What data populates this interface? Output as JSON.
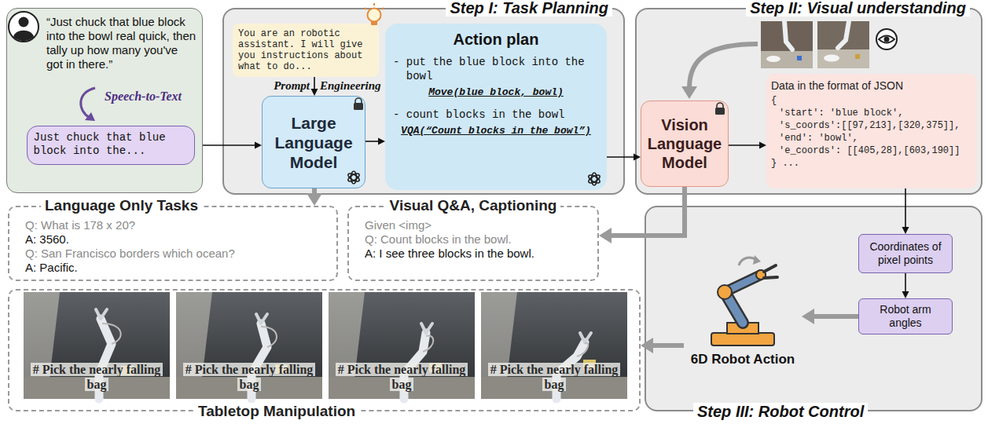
{
  "diagram": {
    "nodes": [
      {
        "text": [
          "“Just chuck that blue block into the bowl real quick, then tally up how many you've got in there.”",
          "Speech-to-Text"
        ]
      },
      {
        "text": [
          "Just chuck that blue block into the..."
        ],
        "in": 0
      },
      {
        "text": [
          "Step I: Task Planning"
        ]
      },
      {
        "text": [
          "You are an robotic assistant. I will give you instructions about what to do..."
        ],
        "in": 2
      },
      {
        "text": [
          "Large Language Model"
        ],
        "in": 2
      },
      {
        "text": [
          "Action plan",
          "- put the blue block into the bowl",
          "Move(blue block, bowl)",
          "- count blocks in the bowl",
          "VQA(“Count blocks in the bowl”)"
        ],
        "in": 2
      },
      {
        "text": [
          "Step II: Visual understanding"
        ]
      },
      {
        "text": [
          "Vision Language Model"
        ],
        "in": 6
      },
      {
        "text": [
          "Data in the format of JSON",
          "{",
          "'start': 'blue block',",
          "'s_coords':[[97,213],[320,375]],",
          "'end': 'bowl',",
          "'e_coords': [[405,28],[603,190]]",
          "} ..."
        ],
        "in": 6
      },
      {
        "text": [
          "Step III: Robot Control"
        ]
      },
      {
        "text": [
          "Coordinates of pixel points"
        ],
        "in": 9
      },
      {
        "text": [
          "Robot arm angles"
        ],
        "in": 9
      },
      {
        "text": [
          "6D Robot Action"
        ],
        "in": 9
      },
      {
        "text": [
          "Language Only Tasks",
          "Q: What is 178 x 20?",
          "A: 3560.",
          "Q: San Francisco borders which ocean?",
          "A: Pacific."
        ]
      },
      {
        "text": [
          "Visual Q&A, Captioning",
          "Given <img>",
          "Q: Count blocks in the bowl.",
          "A: I see three blocks in the bowl."
        ]
      },
      {
        "text": [
          "Tabletop Manipulation"
        ]
      }
    ],
    "edges": [
      {
        "from": 0,
        "to": 4,
        "arrow": "to"
      },
      {
        "from": 3,
        "to": 4,
        "arrow": "to"
      },
      {
        "from": 4,
        "to": 5,
        "arrow": "to"
      },
      {
        "from": 5,
        "to": 7,
        "arrow": "to"
      },
      {
        "from": 7,
        "to": 8,
        "arrow": "to"
      },
      {
        "from": 8,
        "to": 10,
        "arrow": "to"
      },
      {
        "from": 10,
        "to": 11,
        "arrow": "to"
      },
      {
        "from": 11,
        "to": 12,
        "arrow": "to"
      },
      {
        "from": 4,
        "to": 13,
        "arrow": "to"
      },
      {
        "from": 7,
        "to": 14,
        "arrow": "to"
      },
      {
        "from": 12,
        "to": 15,
        "arrow": "to"
      }
    ],
    "labels": [
      "Prompt",
      "Engineering",
      "# Pick the nearly falling bag",
      "# Pick the nearly falling bag",
      "# Pick the nearly falling bag",
      "# Pick the nearly falling bag"
    ]
  }
}
